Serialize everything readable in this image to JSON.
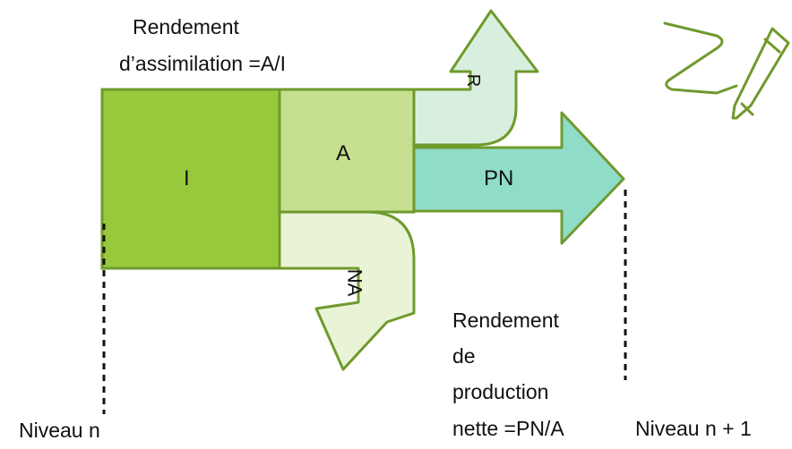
{
  "labels": {
    "assimilation_line1": "Rendement",
    "assimilation_line2": "d’assimilation =A/I",
    "box_I": "I",
    "box_A": "A",
    "arrow_R": "R",
    "arrow_PN": "PN",
    "arrow_NA": "NA",
    "production_line1": "Rendement",
    "production_line2": "de",
    "production_line3": "production",
    "production_line4": "nette =PN/A",
    "level_n": "Niveau n",
    "level_n1": "Niveau n + 1"
  },
  "colors": {
    "outline": "#6f9a2c",
    "I_fill": "#97c93d",
    "A_fill": "#c6df90",
    "R_fill": "#d8efe0",
    "PN_fill": "#8fdcc8",
    "NA_fill": "#e9f4d6",
    "dash": "#111111"
  },
  "icons": {
    "corner": "pen-drawing-icon"
  }
}
